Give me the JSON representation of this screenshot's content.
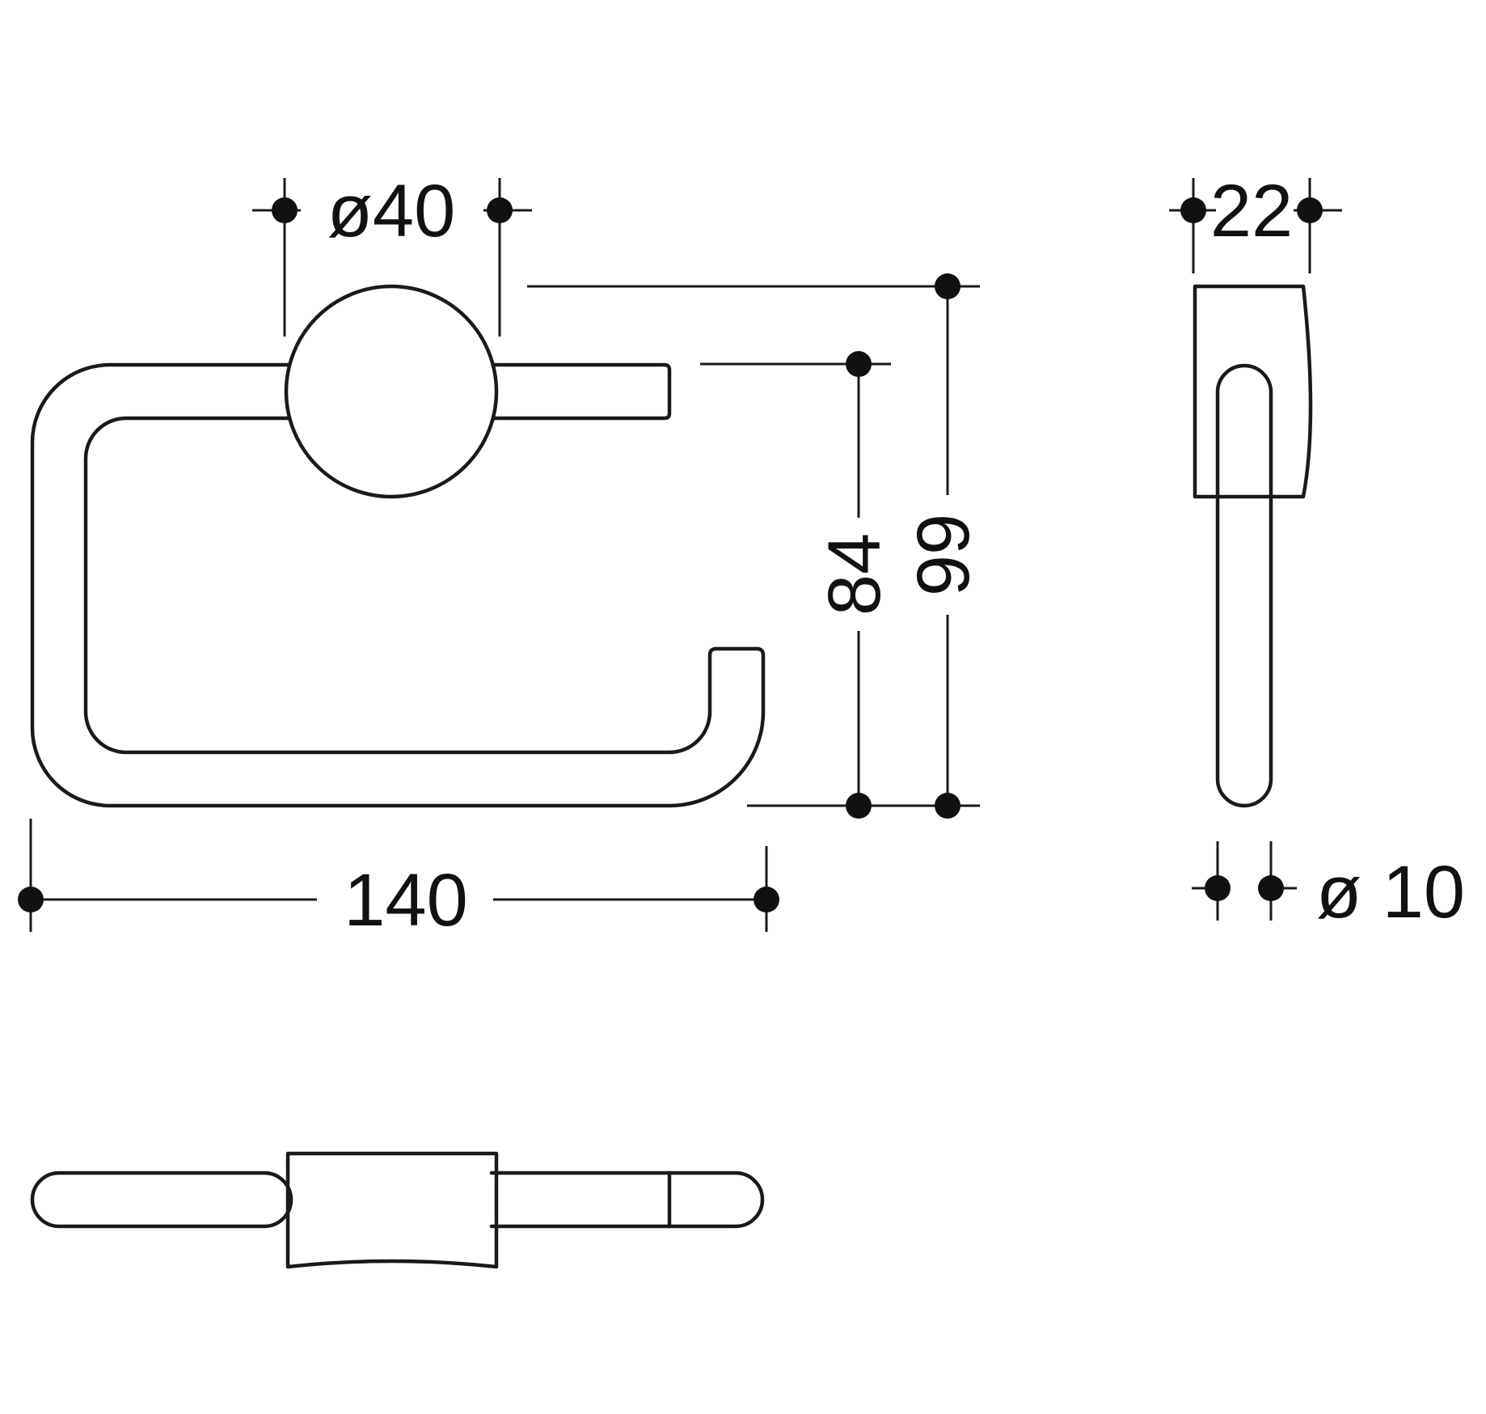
{
  "drawing": {
    "colors": {
      "line": "#1a1a1a",
      "background": "#ffffff"
    },
    "dimensions": {
      "hub_diameter": "ø40",
      "overall_width": "140",
      "inner_height": "84",
      "overall_height": "99",
      "depth": "22",
      "tube_diameter": "ø 10"
    }
  }
}
